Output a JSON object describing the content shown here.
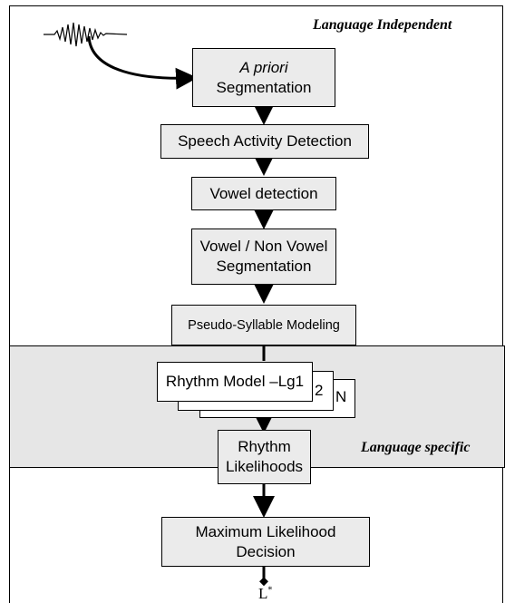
{
  "diagram": {
    "region_independent": "Language Independent",
    "region_specific": "Language specific",
    "boxes": {
      "a_priori_line1": "A priori",
      "a_priori_line2": "Segmentation",
      "sad": "Speech Activity Detection",
      "vowel_detection": "Vowel detection",
      "vnv_line1": "Vowel / Non Vowel",
      "vnv_line2": "Segmentation",
      "pseudo": "Pseudo-Syllable Modeling",
      "rhythm_model": "Rhythm Model –Lg1",
      "rhythm_model_2": "2",
      "rhythm_model_n": "N",
      "likelihoods_line1": "Rhythm",
      "likelihoods_line2": "Likelihoods",
      "ml_line1": "Maximum Likelihood",
      "ml_line2": "Decision"
    },
    "output_symbol": "L",
    "output_sup": "*"
  },
  "colors": {
    "box_fill": "#ebebeb",
    "specific_region_fill": "#e6e6e6",
    "stroke": "#000000"
  }
}
